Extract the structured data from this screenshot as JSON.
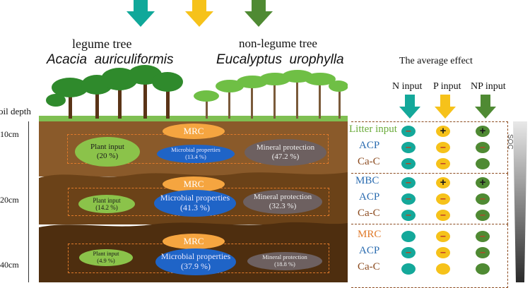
{
  "top_arrows": [
    {
      "name": "teal-arrow",
      "color": "#10a89a"
    },
    {
      "name": "yellow-arrow",
      "color": "#f6c21a"
    },
    {
      "name": "green-arrow",
      "color": "#4f8a33"
    }
  ],
  "trees": {
    "legume_label": "legume tree",
    "legume_species": "Acacia  auriculiformis",
    "nonlegume_label": "non-legume tree",
    "nonlegume_species": "Eucalyptus  urophylla"
  },
  "soil_depth_label": "oil depth",
  "depths": [
    "10cm",
    "20cm",
    "40cm"
  ],
  "layers": [
    {
      "mrc": "MRC",
      "plant_label": "Plant input",
      "plant_pct": "(20 %)",
      "micro_label": "Microbial properties",
      "micro_pct": "(13.4 %)",
      "mineral_label": "Mineral protection",
      "mineral_pct": "(47.2 %)"
    },
    {
      "mrc": "MRC",
      "plant_label": "Plant input",
      "plant_pct": "(14.2 %)",
      "micro_label": "Microbial properties",
      "micro_pct": "(41.3 %)",
      "mineral_label": "Mineral protection",
      "mineral_pct": "(32.3 %)"
    },
    {
      "mrc": "MRC",
      "plant_label": "Plant input",
      "plant_pct": "(4.9 %)",
      "micro_label": "Microbial properties",
      "micro_pct": "(37.9 %)",
      "mineral_label": "Mineral protection",
      "mineral_pct": "(18.8 %)"
    }
  ],
  "effect": {
    "title": "The average effect",
    "columns": [
      "N input",
      "P input",
      "NP input"
    ],
    "soc_label": "SOC",
    "colors": {
      "teal": "#14a89a",
      "yellow": "#f6c21a",
      "green": "#4f8a33",
      "brown": "#8b4a1e",
      "blue": "#2b6cb0",
      "orange": "#e07a2a"
    },
    "groups": [
      {
        "rows": [
          {
            "label": "Litter input",
            "label_color": "#6aab3a",
            "marks": [
              "minus",
              "plus",
              "plus"
            ]
          },
          {
            "label": "ACP",
            "label_color": "#2b6cb0",
            "marks": [
              "minus",
              "minus",
              "minus"
            ]
          },
          {
            "label": "Ca-C",
            "label_color": "#8b4a1e",
            "marks": [
              "minus",
              "minus",
              "none"
            ]
          }
        ]
      },
      {
        "rows": [
          {
            "label": "MBC",
            "label_color": "#2b6cb0",
            "marks": [
              "minus",
              "plus",
              "plus"
            ]
          },
          {
            "label": "ACP",
            "label_color": "#2b6cb0",
            "marks": [
              "minus",
              "minus",
              "minus"
            ]
          },
          {
            "label": "Ca-C",
            "label_color": "#8b4a1e",
            "marks": [
              "minus",
              "minus",
              "minus"
            ]
          }
        ]
      },
      {
        "rows": [
          {
            "label": "MRC",
            "label_color": "#e07a2a",
            "marks": [
              "none",
              "minus",
              "minus"
            ]
          },
          {
            "label": "ACP",
            "label_color": "#2b6cb0",
            "marks": [
              "minus",
              "minus",
              "minus"
            ]
          },
          {
            "label": "Ca-C",
            "label_color": "#8b4a1e",
            "marks": [
              "none",
              "none",
              "none"
            ]
          }
        ]
      }
    ]
  }
}
